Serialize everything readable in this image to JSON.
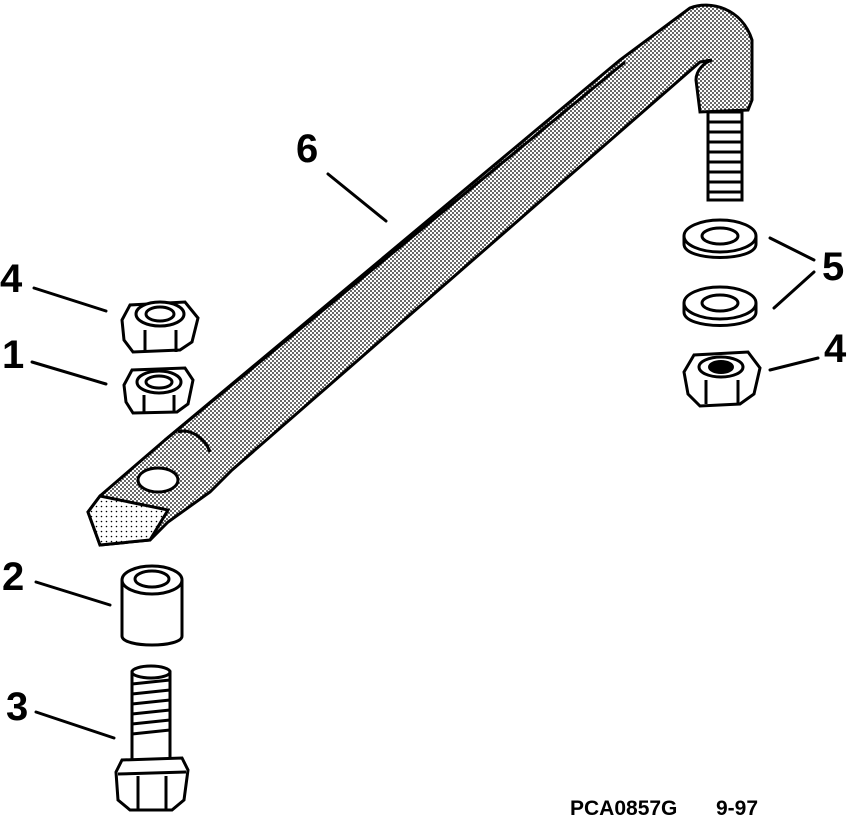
{
  "diagram": {
    "callouts": {
      "c4_left": "4",
      "c1": "1",
      "c2": "2",
      "c3": "3",
      "c6": "6",
      "c5": "5",
      "c4_right": "4"
    },
    "figure_code": "PCA0857G",
    "figure_date": "9-97"
  }
}
